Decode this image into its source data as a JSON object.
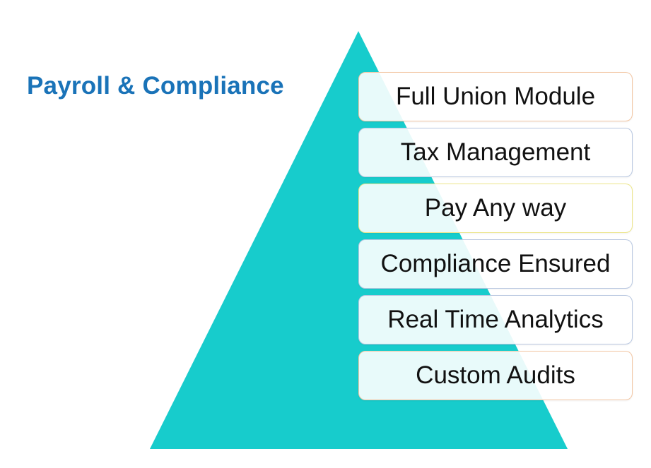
{
  "title": "Payroll & Compliance",
  "colors": {
    "pyramid": "#17cccc",
    "title": "#1a73b8",
    "box_border": "#f2c6a3"
  },
  "pyramid_layers": [
    {
      "label": "Full Union Module"
    },
    {
      "label": "Tax Management"
    },
    {
      "label": "Pay Any way"
    },
    {
      "label": "Compliance Ensured"
    },
    {
      "label": "Real Time Analytics"
    },
    {
      "label": "Custom Audits"
    }
  ]
}
